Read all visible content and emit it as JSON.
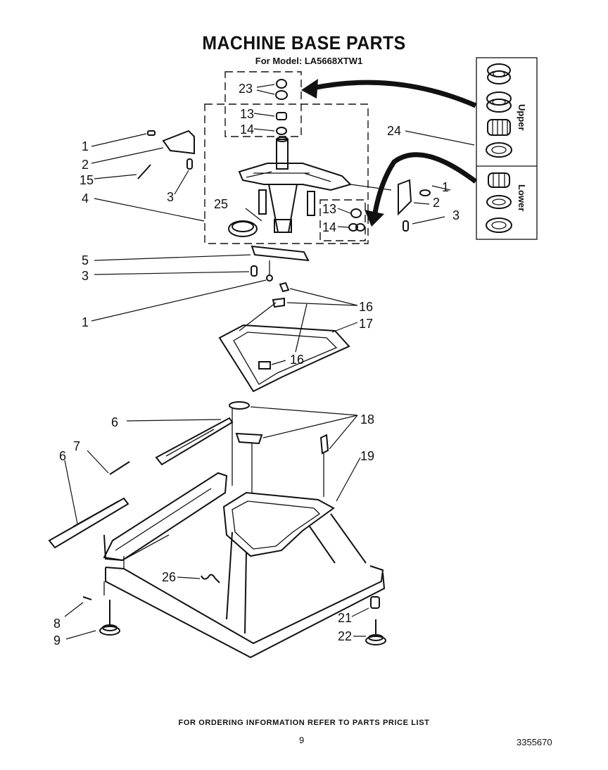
{
  "header": {
    "title": "MACHINE BASE PARTS",
    "model_line": "For Model: LA5668XTW1"
  },
  "kit_labels": {
    "upper": "Upper",
    "lower": "Lower"
  },
  "callouts": {
    "c1a": "1",
    "c2a": "2",
    "c15": "15",
    "c3a": "3",
    "c4": "4",
    "c25": "25",
    "c23": "23",
    "c13a": "13",
    "c14a": "14",
    "c24": "24",
    "c1b": "1",
    "c2b": "2",
    "c3b": "3",
    "c13b": "13",
    "c14b": "14",
    "c5": "5",
    "c3c": "3",
    "c1c": "1",
    "c16a": "16",
    "c17": "17",
    "c16b": "16",
    "c6a": "6",
    "c7": "7",
    "c6b": "6",
    "c18": "18",
    "c19": "19",
    "c26": "26",
    "c8": "8",
    "c9": "9",
    "c21": "21",
    "c22": "22"
  },
  "footer": {
    "ordering_note": "FOR ORDERING INFORMATION REFER TO PARTS PRICE LIST",
    "page_number": "9",
    "document_number": "3355670"
  }
}
